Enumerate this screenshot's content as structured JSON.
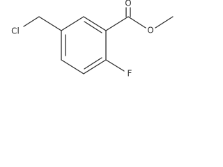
{
  "molecule": {
    "atom_labels": {
      "chlorine": "Cl",
      "carbonyl_oxygen": "O",
      "ester_oxygen": "O",
      "fluorine": "F"
    },
    "colors": {
      "line": "#2b2b2b",
      "background": "#ffffff"
    }
  }
}
